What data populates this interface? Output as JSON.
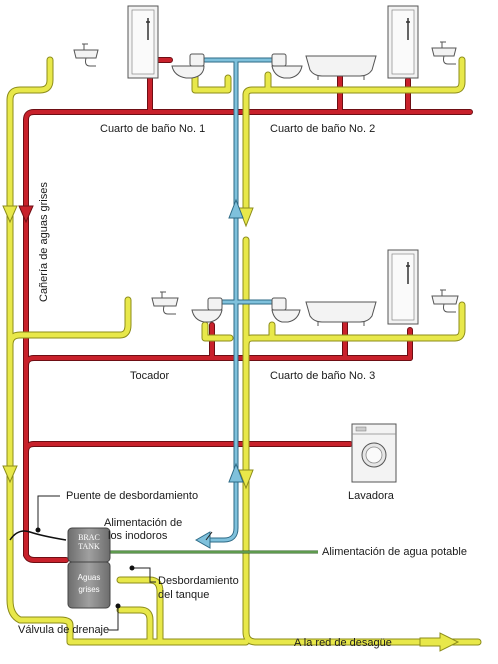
{
  "labels": {
    "bathroom1": "Cuarto de baño No. 1",
    "bathroom2": "Cuarto de baño No. 2",
    "vanity": "Tocador",
    "bathroom3": "Cuarto de baño No. 3",
    "washer": "Lavadora",
    "greywater_pipe": "Cañería de aguas grises",
    "overflow_bridge": "Puente de desbordamiento",
    "toilet_supply_line1": "Alimentación de",
    "toilet_supply_line2": "los inodoros",
    "potable_supply": "Alimentación de agua potable",
    "tank_overflow_line1": "Desbordamiento",
    "tank_overflow_line2": "del tanque",
    "drain_valve": "Válvula de drenaje",
    "sewer": "A la red de desagüe"
  },
  "tank": {
    "brac_line1": "BRAC",
    "brac_line2": "TANK",
    "grey_line1": "Aguas",
    "grey_line2": "grises"
  },
  "colors": {
    "sewer_pipe": "#e8e84a",
    "greywater_pipe": "#c8212b",
    "toilet_supply_pipe": "#5ba3c3",
    "potable_pipe": "#4c8a3c",
    "tank": "#808080"
  }
}
